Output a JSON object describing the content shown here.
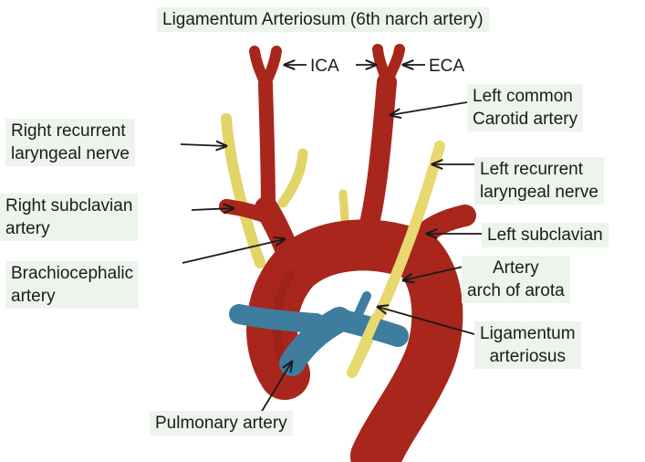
{
  "title": "Ligamentum Arteriosum (6th narch artery)",
  "labels": {
    "ica": "ICA",
    "eca": "ECA",
    "left_common_carotid": [
      "Left common",
      "Carotid artery"
    ],
    "right_recurrent_laryngeal": [
      "Right recurrent",
      "laryngeal nerve"
    ],
    "left_recurrent_laryngeal": [
      "Left recurrent",
      "laryngeal nerve"
    ],
    "right_subclavian": [
      "Right subclavian",
      "artery"
    ],
    "left_subclavian": "Left subclavian",
    "brachiocephalic": [
      "Brachiocephalic",
      "artery"
    ],
    "arch": [
      "Artery",
      "arch of arota"
    ],
    "ligamentum": [
      "Ligamentum",
      "arteriosus"
    ],
    "pulmonary": "Pulmonary artery"
  },
  "colors": {
    "artery": "#a8261c",
    "artery_dark": "#7a1a12",
    "pulmonary": "#3f7d9e",
    "nerve": "#e8d870",
    "label_bg": "#ecf4ec"
  }
}
